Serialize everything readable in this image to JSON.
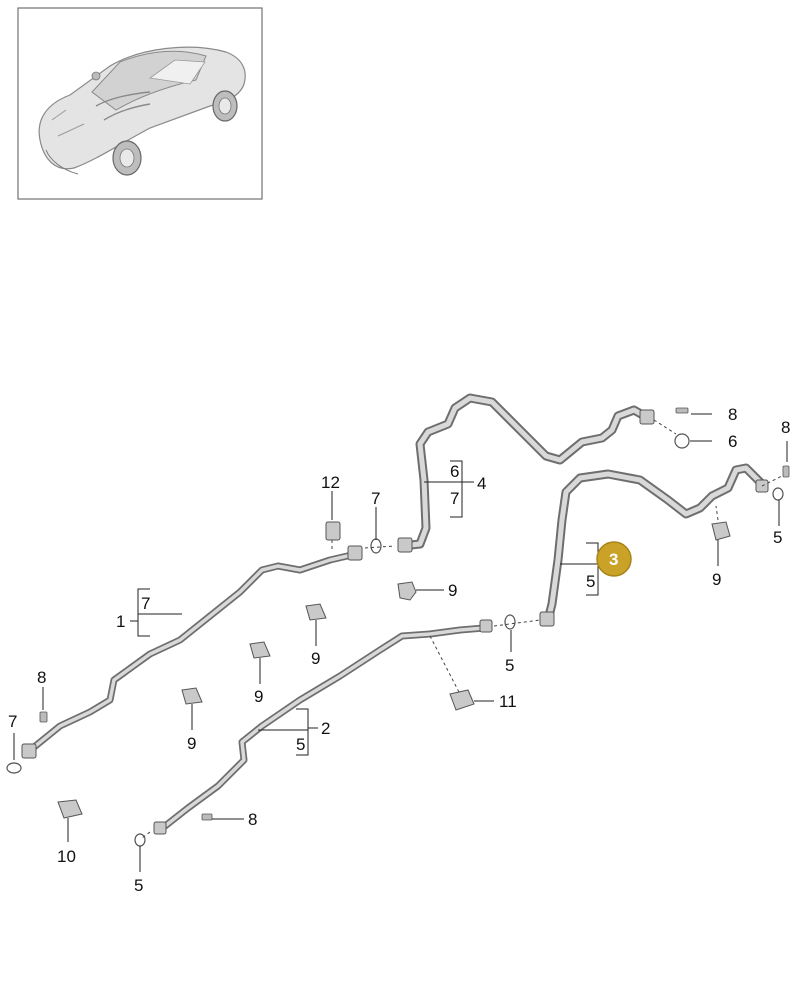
{
  "callouts": [
    {
      "id": "c12",
      "text": "12"
    },
    {
      "id": "c7a",
      "text": "7"
    },
    {
      "id": "c6a",
      "text": "6"
    },
    {
      "id": "c7b",
      "text": "7"
    },
    {
      "id": "c4",
      "text": "4"
    },
    {
      "id": "c8a",
      "text": "8"
    },
    {
      "id": "c6b",
      "text": "6"
    },
    {
      "id": "c8b",
      "text": "8"
    },
    {
      "id": "c5a",
      "text": "5"
    },
    {
      "id": "c9a",
      "text": "9"
    },
    {
      "id": "c3",
      "text": "3"
    },
    {
      "id": "c5b",
      "text": "5"
    },
    {
      "id": "c9b",
      "text": "9"
    },
    {
      "id": "c7c",
      "text": "7"
    },
    {
      "id": "c1",
      "text": "1"
    },
    {
      "id": "c9c",
      "text": "9"
    },
    {
      "id": "c9d",
      "text": "9"
    },
    {
      "id": "c5c",
      "text": "5"
    },
    {
      "id": "c11",
      "text": "11"
    },
    {
      "id": "c8c",
      "text": "8"
    },
    {
      "id": "c7d",
      "text": "7"
    },
    {
      "id": "c9e",
      "text": "9"
    },
    {
      "id": "c2",
      "text": "2"
    },
    {
      "id": "c5d",
      "text": "5"
    },
    {
      "id": "c8d",
      "text": "8"
    },
    {
      "id": "c10",
      "text": "10"
    },
    {
      "id": "c5e",
      "text": "5"
    }
  ],
  "colors": {
    "highlight_fill": "#c9a227",
    "highlight_stroke": "#a88418",
    "pipe_outline": "#6e6e6e",
    "pipe_fill": "#d9d9d9"
  }
}
